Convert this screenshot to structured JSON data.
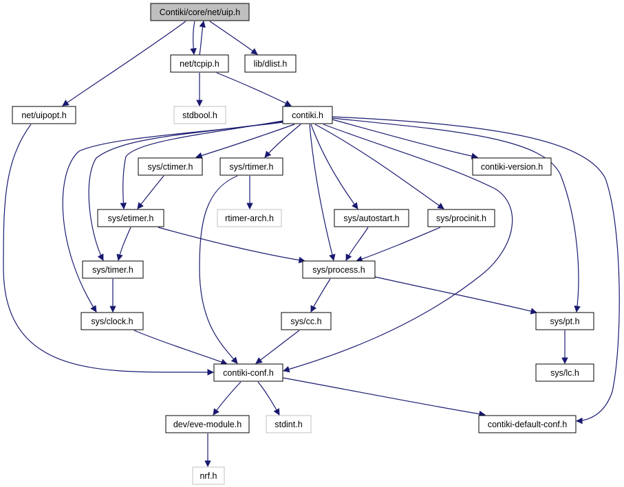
{
  "diagram": {
    "colors": {
      "edge": "#191970",
      "node_border": "#000000",
      "external_border": "#c0c0c0",
      "root_fill": "#bfbfbf",
      "node_fill": "#ffffff"
    },
    "nodes": [
      {
        "id": "uip",
        "label": "Contiki/core/net/uip.h",
        "kind": "root"
      },
      {
        "id": "tcpip",
        "label": "net/tcpip.h",
        "kind": "normal"
      },
      {
        "id": "dlist",
        "label": "lib/dlist.h",
        "kind": "normal"
      },
      {
        "id": "uipopt",
        "label": "net/uipopt.h",
        "kind": "normal"
      },
      {
        "id": "stdbool",
        "label": "stdbool.h",
        "kind": "external"
      },
      {
        "id": "contiki",
        "label": "contiki.h",
        "kind": "normal"
      },
      {
        "id": "ctimer",
        "label": "sys/ctimer.h",
        "kind": "normal"
      },
      {
        "id": "rtimer",
        "label": "sys/rtimer.h",
        "kind": "normal"
      },
      {
        "id": "cversion",
        "label": "contiki-version.h",
        "kind": "normal"
      },
      {
        "id": "etimer",
        "label": "sys/etimer.h",
        "kind": "normal"
      },
      {
        "id": "rtarch",
        "label": "rtimer-arch.h",
        "kind": "external"
      },
      {
        "id": "autostart",
        "label": "sys/autostart.h",
        "kind": "normal"
      },
      {
        "id": "procinit",
        "label": "sys/procinit.h",
        "kind": "normal"
      },
      {
        "id": "timer",
        "label": "sys/timer.h",
        "kind": "normal"
      },
      {
        "id": "process",
        "label": "sys/process.h",
        "kind": "normal"
      },
      {
        "id": "clock",
        "label": "sys/clock.h",
        "kind": "normal"
      },
      {
        "id": "cc",
        "label": "sys/cc.h",
        "kind": "normal"
      },
      {
        "id": "pt",
        "label": "sys/pt.h",
        "kind": "normal"
      },
      {
        "id": "cconf",
        "label": "contiki-conf.h",
        "kind": "normal"
      },
      {
        "id": "lc",
        "label": "sys/lc.h",
        "kind": "normal"
      },
      {
        "id": "eve",
        "label": "dev/eve-module.h",
        "kind": "normal"
      },
      {
        "id": "stdint",
        "label": "stdint.h",
        "kind": "external"
      },
      {
        "id": "cdefconf",
        "label": "contiki-default-conf.h",
        "kind": "normal"
      },
      {
        "id": "nrf",
        "label": "nrf.h",
        "kind": "external"
      }
    ],
    "edges": [
      [
        "uip",
        "tcpip"
      ],
      [
        "tcpip",
        "uip"
      ],
      [
        "uip",
        "dlist"
      ],
      [
        "uip",
        "uipopt"
      ],
      [
        "tcpip",
        "stdbool"
      ],
      [
        "tcpip",
        "contiki"
      ],
      [
        "uipopt",
        "cconf"
      ],
      [
        "contiki",
        "ctimer"
      ],
      [
        "contiki",
        "rtimer"
      ],
      [
        "contiki",
        "etimer"
      ],
      [
        "contiki",
        "timer"
      ],
      [
        "contiki",
        "clock"
      ],
      [
        "contiki",
        "process"
      ],
      [
        "contiki",
        "autostart"
      ],
      [
        "contiki",
        "procinit"
      ],
      [
        "contiki",
        "cversion"
      ],
      [
        "contiki",
        "pt"
      ],
      [
        "contiki",
        "cconf"
      ],
      [
        "contiki",
        "cdefconf"
      ],
      [
        "ctimer",
        "etimer"
      ],
      [
        "rtimer",
        "rtarch"
      ],
      [
        "rtimer",
        "cconf"
      ],
      [
        "etimer",
        "timer"
      ],
      [
        "etimer",
        "process"
      ],
      [
        "autostart",
        "process"
      ],
      [
        "procinit",
        "process"
      ],
      [
        "timer",
        "clock"
      ],
      [
        "clock",
        "cconf"
      ],
      [
        "process",
        "cc"
      ],
      [
        "process",
        "pt"
      ],
      [
        "cc",
        "cconf"
      ],
      [
        "pt",
        "lc"
      ],
      [
        "cconf",
        "eve"
      ],
      [
        "cconf",
        "stdint"
      ],
      [
        "cconf",
        "cdefconf"
      ],
      [
        "eve",
        "nrf"
      ]
    ]
  }
}
